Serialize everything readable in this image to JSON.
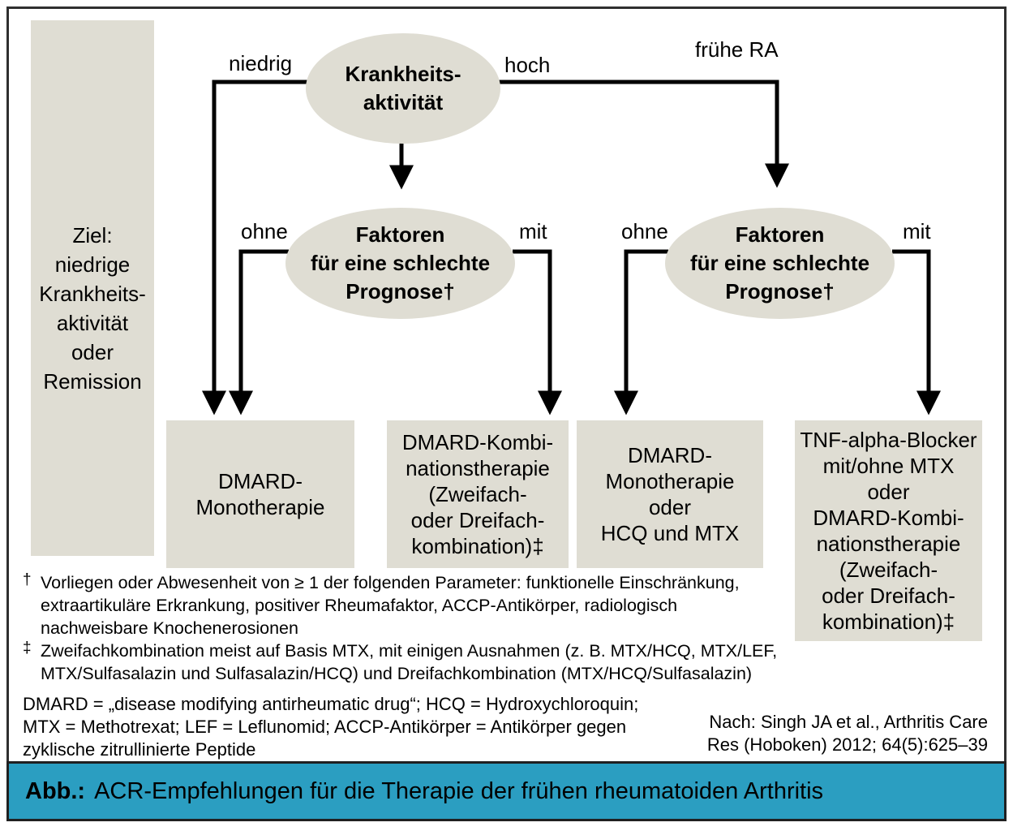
{
  "colors": {
    "node_fill": "#dfddd3",
    "caption_bg": "#2b9ec1",
    "line": "#000000"
  },
  "goal": {
    "text": "Ziel:\nniedrige\nKrankheits-\naktivität\noder\nRemission"
  },
  "nodes": {
    "disease_activity": "Krankheits-\naktivität",
    "prognosis_left": "Faktoren\nfür eine schlechte\nPrognose†",
    "prognosis_right": "Faktoren\nfür eine schlechte\nPrognose†"
  },
  "branch_labels": {
    "niedrig": "niedrig",
    "hoch": "hoch",
    "fruehe_ra": "frühe RA",
    "ohne_left": "ohne",
    "mit_left": "mit",
    "ohne_right": "ohne",
    "mit_right": "mit"
  },
  "boxes": {
    "box1": "DMARD-\nMonotherapie",
    "box2": "DMARD-Kombi-\nnationstherapie\n(Zweifach-\noder Dreifach-\nkombination)‡",
    "box3": "DMARD-\nMonotherapie\noder\nHCQ und MTX",
    "box4": "TNF-alpha-Blocker\nmit/ohne MTX\noder\nDMARD-Kombi-\nnationstherapie\n(Zweifach-\noder Dreifach-\nkombination)‡"
  },
  "footnotes": [
    {
      "marker": "†",
      "text": "Vorliegen oder Abwesenheit von ≥ 1 der folgenden Parameter: funktionelle Einschränkung,\nextraartikuläre Erkrankung, positiver Rheumafaktor, ACCP-Antikörper, radiologisch\nnachweisbare Knochenerosionen"
    },
    {
      "marker": "‡",
      "text": "Zweifachkombination meist auf Basis MTX, mit einigen Ausnahmen (z. B. MTX/HCQ, MTX/LEF,\nMTX/Sulfasalazin und Sulfasalazin/HCQ) und Dreifachkombination (MTX/HCQ/Sulfasalazin)"
    }
  ],
  "abbreviations": "DMARD = „disease modifying antirheumatic drug“; HCQ = Hydroxychloroquin;\nMTX = Methotrexat; LEF = Leflunomid; ACCP-Antikörper = Antikörper gegen\nzyklische zitrullinierte Peptide",
  "citation": "Nach: Singh JA et al., Arthritis Care\nRes (Hoboken) 2012; 64(5):625–39",
  "caption": {
    "prefix": "Abb.:",
    "text": "ACR-Empfehlungen für die Therapie der frühen rheumatoiden Arthritis"
  }
}
